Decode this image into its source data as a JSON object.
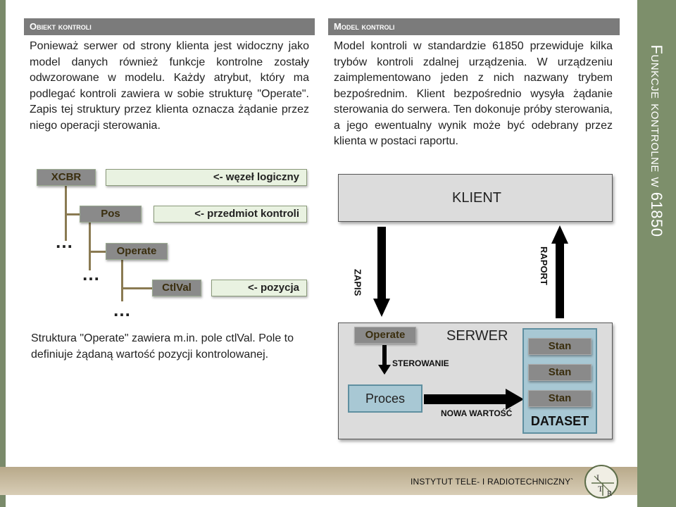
{
  "sections": {
    "left_header": "Obiekt kontroli",
    "right_header": "Model kontroli"
  },
  "side_title": "Funkcje kontrolne w 61850",
  "left_paragraph": "Ponieważ serwer od strony klienta jest widoczny jako model danych również funkcje kontrolne zostały odwzorowane w modelu. Każdy atrybut, który ma podlegać kontroli zawiera w sobie strukturę \"Operate\".  Zapis tej struktury przez klienta oznacza żądanie przez niego operacji sterowania.",
  "right_paragraph": "Model kontroli w standardzie 61850 przewiduje kilka trybów kontroli zdalnej urządzenia. W urządzeniu zaimplementowano jeden z nich nazwany trybem bezpośrednim. Klient bezpośrednio wysyła żądanie sterowania do serwera. Ten dokonuje próby sterowania, a jego ewentualny wynik może być odebrany przez klienta w postaci raportu.",
  "bottom_paragraph": "Struktura \"Operate\" zawiera m.in. pole ctlVal. Pole to definiuje żądaną wartość pozycji kontrolowanej.",
  "tree": {
    "nodes": [
      "XCBR",
      "Pos",
      "Operate",
      "CtlVal"
    ],
    "labels": [
      "<- węzeł logiczny",
      "<- przedmiot kontroli",
      "<-  pozycja"
    ],
    "ellipsis": "…"
  },
  "diagram": {
    "client": "KLIENT",
    "server": "SERWER",
    "zapis": "ZAPIS",
    "raport": "RAPORT",
    "operate": "Operate",
    "sterowanie": "STEROWANIE",
    "proces": "Proces",
    "nowa_wartosc": "NOWA WARTOŚĆ",
    "stan_items": [
      "Stan",
      "Stan",
      "Stan"
    ],
    "dataset": "DATASET"
  },
  "footer": {
    "institute": "INSTYTUT  TELE- I RADIOTECHNICZNY`",
    "logo_letters": [
      "I",
      "T",
      "R"
    ]
  }
}
